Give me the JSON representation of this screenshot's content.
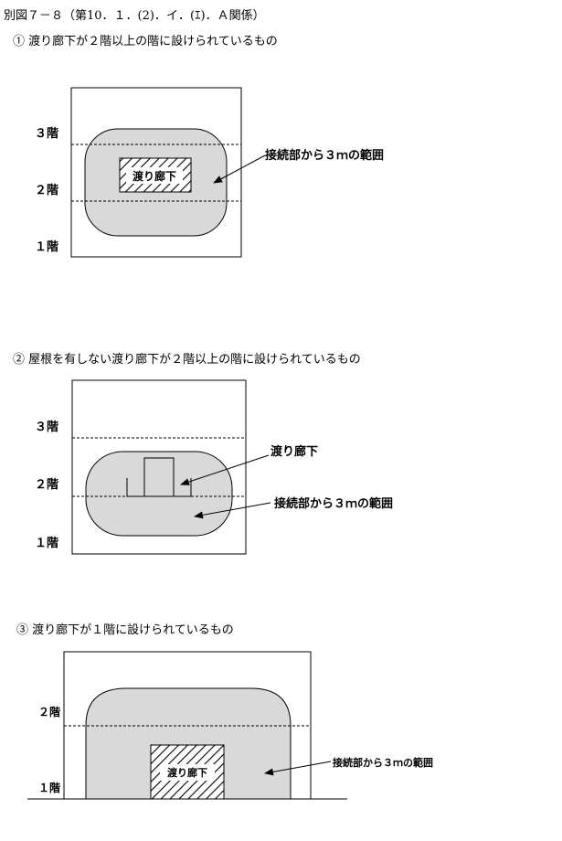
{
  "title": "別図７－８（第10．１．(2)．イ．(ｴ)．Ａ関係）",
  "captions": [
    "①  渡り廊下が２階以上の階に設けられているもの",
    "②  屋根を有しない渡り廊下が２階以上の階に設けられているもの",
    "③  渡り廊下が１階に設けられているもの"
  ],
  "figure1": {
    "floors": [
      "３階",
      "２階",
      "１階"
    ],
    "corridor": "渡り廊下",
    "range_label": "接続部から３ｍの範囲"
  },
  "figure2": {
    "floors": [
      "３階",
      "２階",
      "１階"
    ],
    "corridor": "渡り廊下",
    "range_label": "接続部から３ｍの範囲"
  },
  "figure3": {
    "floors": [
      "２階",
      "１階"
    ],
    "corridor": "渡り廊下",
    "range_label": "接続部から３ｍの範囲"
  },
  "colors": {
    "range_fill": "#d9d9d9",
    "line": "#000000",
    "background": "#ffffff"
  }
}
